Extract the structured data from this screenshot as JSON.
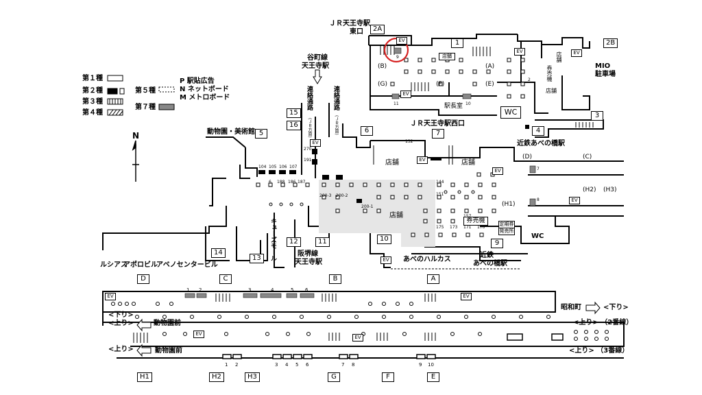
{
  "legend": {
    "kind1": "第１種",
    "kind2": "第２種",
    "kind3": "第３種",
    "kind4": "第４種",
    "kind5": "第５種",
    "kind7": "第７種",
    "p_label": "P 駅貼広告",
    "n_label": "N ネットボード",
    "m_label": "M メトロボード"
  },
  "compass": "N",
  "labels": {
    "jr_east_gate_line1": "ＪＲ天王寺駅",
    "jr_east_gate_line2": "東口",
    "jr_west_gate": "ＪＲ天王寺駅西口",
    "tanimachi_line1": "谷町線",
    "tanimachi_line2": "天王寺駅",
    "zoo": "動物園・美術館",
    "mio_line1": "MIO",
    "mio_line2": "駐車場",
    "kintetsu_abeno": "近鉄あべの橋駅",
    "kintetsu_abeno_bottom_1": "近鉄",
    "kintetsu_abeno_bottom_2": "あべの橋駅",
    "harukas": "あべのハルカス",
    "hankai_line1": "阪堺線",
    "hankai_line2": "天王寺駅",
    "qs_mall": "キューズモール",
    "renraku1": "連絡通路",
    "renraku2": "連絡通路",
    "renraku_sub1": "(ＪＲ方面)",
    "renraku_sub2": "(ＪＲ方面)",
    "lucias": "ルシアス",
    "apollo": "アポロビル",
    "abeno_center": "アベノセンタービル",
    "station_master": "駅長室",
    "tenpo": "店舗",
    "ticket": "券売機",
    "teiki_1": "定期券",
    "teiki_2": "発売所",
    "wc": "WC",
    "ev": "EV",
    "shop_vertical": "店舗",
    "ticket_vertical": "券売機"
  },
  "exits": [
    "1",
    "2A",
    "2B",
    "3",
    "4",
    "5",
    "6",
    "7",
    "9",
    "10",
    "11",
    "12",
    "13",
    "14",
    "15",
    "16"
  ],
  "gates": [
    "A",
    "B",
    "C",
    "D",
    "E",
    "F",
    "G",
    "H1",
    "H2",
    "H3"
  ],
  "zones": [
    "(A)",
    "(B)",
    "(C)",
    "(D)",
    "(E)",
    "(F)",
    "(G)",
    "(H1)",
    "(H2)",
    "(H3)"
  ],
  "ad_numbers_concourse": [
    "270",
    "191",
    "104",
    "105",
    "106",
    "107",
    "6",
    "188",
    "186",
    "187",
    "200-3",
    "200-2",
    "200-1",
    "132",
    "144",
    "151",
    "157",
    "175",
    "173",
    "171",
    "170",
    "9",
    "11",
    "10",
    "7",
    "8",
    "2"
  ],
  "platform": {
    "showacho": "昭和町",
    "down1": "<下り>",
    "down2": "<下り>",
    "up_left1": "<上り>",
    "up_left2": "<上り>",
    "doubutsuen_mae1": "動物園前",
    "doubutsuen_mae2": "動物園前",
    "up_right1": "<上り> （2番線）",
    "up_right2": "<上り> （3番線）",
    "top_ad_numbers": [
      "1",
      "2",
      "3",
      "4",
      "5",
      "6"
    ],
    "bottom_ad_numbers": [
      "1",
      "2",
      "3",
      "4",
      "5",
      "6",
      "7",
      "8",
      "9",
      "10"
    ]
  }
}
